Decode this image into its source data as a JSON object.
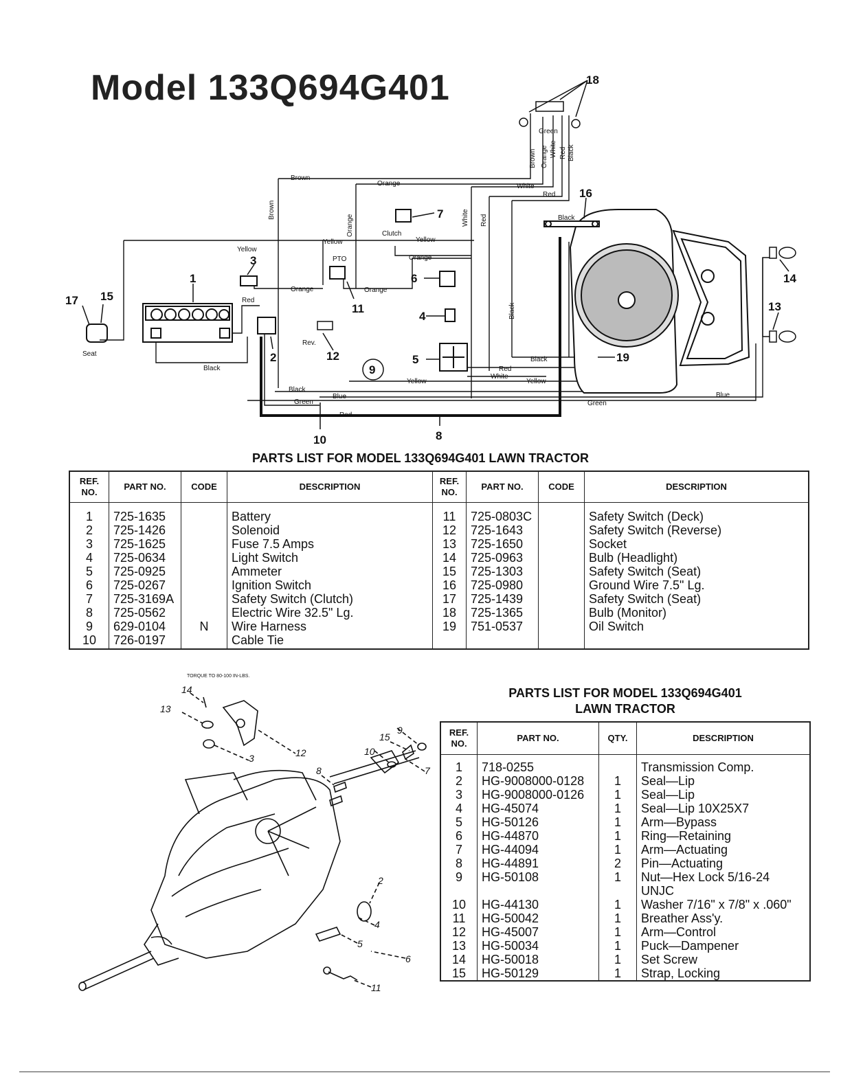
{
  "page": {
    "title": "Model 133Q694G401"
  },
  "wiring_diagram": {
    "wire_labels": {
      "brown_top": "Brown",
      "brown_vertical": "Brown",
      "orange_top": "Orange",
      "orange_vertical": "Orange",
      "white_top": "White",
      "white_vertical": "White",
      "red_top": "Red",
      "red_vertical": "Red",
      "yellow_seat": "Yellow",
      "yellow_mid": "Yellow",
      "yellow_clutch": "Yellow",
      "orange_pto": "Orange",
      "orange_fuse": "Orange",
      "orange_switch": "Orange",
      "red_battery": "Red",
      "black_battery": "Black",
      "black_engine": "Black",
      "black_ground": "Black",
      "black_oil": "Black",
      "black_low": "Black",
      "red_low": "Red",
      "white_low": "White",
      "yellow_low": "Yellow",
      "yellow_bottom": "Yellow",
      "blue_left": "Blue",
      "blue_right": "Blue",
      "green_left": "Green",
      "green_right": "Green",
      "red_bottom": "Red",
      "harness_brown": "Brown",
      "harness_orange": "Orange",
      "harness_white": "White",
      "harness_red": "Red",
      "harness_black": "Black",
      "harness_green": "Green",
      "seat": "Seat",
      "rev": "Rev.",
      "pto": "PTO",
      "clutch": "Clutch"
    },
    "callouts": {
      "n1": "1",
      "n2": "2",
      "n3": "3",
      "n4": "4",
      "n5": "5",
      "n6": "6",
      "n7": "7",
      "n8": "8",
      "n9": "9",
      "n10": "10",
      "n11": "11",
      "n12": "12",
      "n13": "13",
      "n14": "14",
      "n15": "15",
      "n16": "16",
      "n17": "17",
      "n18": "18",
      "n19": "19"
    }
  },
  "electrical_parts": {
    "heading": "PARTS LIST FOR MODEL 133Q694G401 LAWN TRACTOR",
    "headers": {
      "ref": "REF. NO.",
      "part": "PART NO.",
      "code": "CODE",
      "description": "DESCRIPTION"
    },
    "rows": [
      {
        "l_ref": "1",
        "l_part": "725-1635",
        "l_code": "",
        "l_desc": "Battery",
        "r_ref": "11",
        "r_part": "725-0803C",
        "r_code": "",
        "r_desc": "Safety Switch (Deck)"
      },
      {
        "l_ref": "2",
        "l_part": "725-1426",
        "l_code": "",
        "l_desc": "Solenoid",
        "r_ref": "12",
        "r_part": "725-1643",
        "r_code": "",
        "r_desc": "Safety Switch (Reverse)"
      },
      {
        "l_ref": "3",
        "l_part": "725-1625",
        "l_code": "",
        "l_desc": "Fuse 7.5 Amps",
        "r_ref": "13",
        "r_part": "725-1650",
        "r_code": "",
        "r_desc": "Socket"
      },
      {
        "l_ref": "4",
        "l_part": "725-0634",
        "l_code": "",
        "l_desc": "Light Switch",
        "r_ref": "14",
        "r_part": "725-0963",
        "r_code": "",
        "r_desc": "Bulb (Headlight)"
      },
      {
        "l_ref": "5",
        "l_part": "725-0925",
        "l_code": "",
        "l_desc": "Ammeter",
        "r_ref": "15",
        "r_part": "725-1303",
        "r_code": "",
        "r_desc": "Safety Switch (Seat)"
      },
      {
        "l_ref": "6",
        "l_part": "725-0267",
        "l_code": "",
        "l_desc": "Ignition Switch",
        "r_ref": "16",
        "r_part": "725-0980",
        "r_code": "",
        "r_desc": "Ground Wire 7.5\" Lg."
      },
      {
        "l_ref": "7",
        "l_part": "725-3169A",
        "l_code": "",
        "l_desc": "Safety Switch (Clutch)",
        "r_ref": "17",
        "r_part": "725-1439",
        "r_code": "",
        "r_desc": "Safety Switch (Seat)"
      },
      {
        "l_ref": "8",
        "l_part": "725-0562",
        "l_code": "",
        "l_desc": "Electric Wire 32.5\" Lg.",
        "r_ref": "18",
        "r_part": "725-1365",
        "r_code": "",
        "r_desc": "Bulb (Monitor)"
      },
      {
        "l_ref": "9",
        "l_part": "629-0104",
        "l_code": "N",
        "l_desc": "Wire Harness",
        "r_ref": "19",
        "r_part": "751-0537",
        "r_code": "",
        "r_desc": "Oil Switch"
      },
      {
        "l_ref": "10",
        "l_part": "726-0197",
        "l_code": "",
        "l_desc": "Cable Tie",
        "r_ref": "",
        "r_part": "",
        "r_code": "",
        "r_desc": ""
      }
    ]
  },
  "transmission_drawing": {
    "torque_note": "TORQUE TO 80-100 IN-LBS.",
    "callouts": {
      "n2": "2",
      "n3": "3",
      "n4": "4",
      "n5": "5",
      "n6": "6",
      "n7": "7",
      "n8": "8",
      "n9": "9",
      "n10": "10",
      "n11": "11",
      "n12": "12",
      "n13": "13",
      "n14": "14",
      "n15": "15"
    }
  },
  "transmission_parts": {
    "heading_line1": "PARTS LIST FOR MODEL 133Q694G401",
    "heading_line2": "LAWN TRACTOR",
    "headers": {
      "ref": "REF. NO.",
      "part": "PART NO.",
      "qty": "QTY.",
      "description": "DESCRIPTION"
    },
    "rows": [
      {
        "ref": "1",
        "part": "718-0255",
        "qty": "",
        "desc": "Transmission Comp."
      },
      {
        "ref": "2",
        "part": "HG-9008000-0128",
        "qty": "1",
        "desc": "Seal—Lip"
      },
      {
        "ref": "3",
        "part": "HG-9008000-0126",
        "qty": "1",
        "desc": "Seal—Lip"
      },
      {
        "ref": "4",
        "part": "HG-45074",
        "qty": "1",
        "desc": "Seal—Lip 10X25X7"
      },
      {
        "ref": "5",
        "part": "HG-50126",
        "qty": "1",
        "desc": "Arm—Bypass"
      },
      {
        "ref": "6",
        "part": "HG-44870",
        "qty": "1",
        "desc": "Ring—Retaining"
      },
      {
        "ref": "7",
        "part": "HG-44094",
        "qty": "1",
        "desc": "Arm—Actuating"
      },
      {
        "ref": "8",
        "part": "HG-44891",
        "qty": "2",
        "desc": "Pin—Actuating"
      },
      {
        "ref": "9",
        "part": "HG-50108",
        "qty": "1",
        "desc": "Nut—Hex Lock 5/16-24 UNJC"
      },
      {
        "ref": "10",
        "part": "HG-44130",
        "qty": "1",
        "desc": "Washer 7/16\" x 7/8\" x .060\""
      },
      {
        "ref": "11",
        "part": "HG-50042",
        "qty": "1",
        "desc": "Breather Ass'y."
      },
      {
        "ref": "12",
        "part": "HG-45007",
        "qty": "1",
        "desc": "Arm—Control"
      },
      {
        "ref": "13",
        "part": "HG-50034",
        "qty": "1",
        "desc": "Puck—Dampener"
      },
      {
        "ref": "14",
        "part": "HG-50018",
        "qty": "1",
        "desc": "Set Screw"
      },
      {
        "ref": "15",
        "part": "HG-50129",
        "qty": "1",
        "desc": "Strap, Locking"
      }
    ]
  }
}
